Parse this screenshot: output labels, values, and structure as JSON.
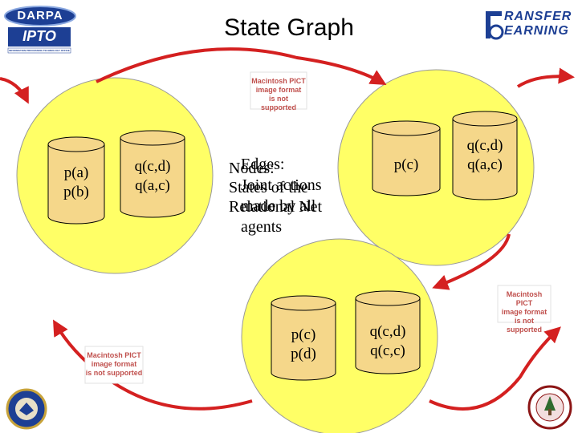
{
  "title": "State Graph",
  "logos": {
    "darpa": "DARPA",
    "ipto": "IPTO",
    "ipto_caption": "INFORMATION PROCESSING TECHNOLOGY OFFICE",
    "transfer": "RANSFER",
    "learning": "EARNING"
  },
  "placeholder_text": "Macintosh PICT\nimage format\nis not supported",
  "nodes": {
    "left": {
      "db1": "p(a)\np(b)",
      "db2": "q(c,d)\nq(a,c)"
    },
    "right": {
      "db1": "p(c)",
      "db2": "q(c,d)\nq(a,c)"
    },
    "bottom": {
      "db1": "p(c)\np(d)",
      "db2": "q(c,d)\nq(c,c)"
    }
  },
  "overlay": {
    "layer1": "Nodes:\nStates of the\nRelational Net",
    "layer2": "Edges:\nJoint actions\nmade by all\nagents"
  },
  "colors": {
    "node_fill": "#ffff66",
    "cylinder_fill": "#f5d78a",
    "arrow": "#d42020"
  }
}
